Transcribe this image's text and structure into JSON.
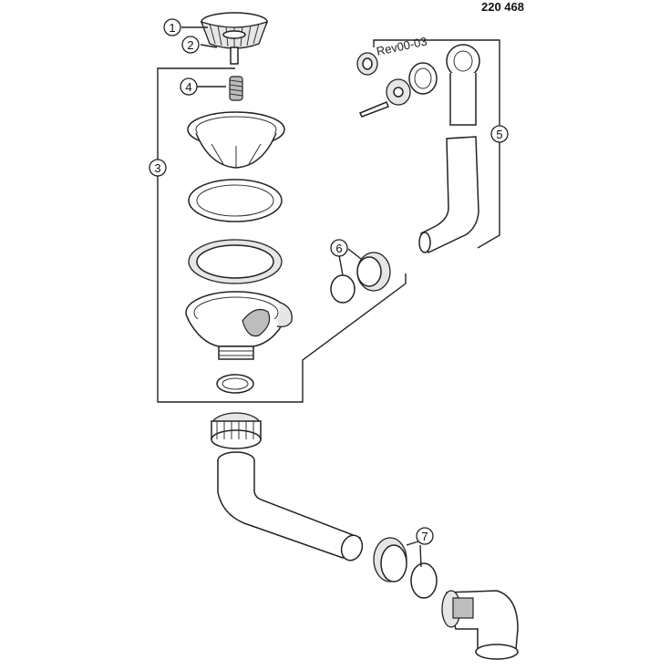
{
  "drawing": {
    "part_number": "220 468",
    "revision": "Rev00-03"
  },
  "callouts": [
    {
      "id": "c1",
      "label": "1"
    },
    {
      "id": "c2",
      "label": "2"
    },
    {
      "id": "c3",
      "label": "3"
    },
    {
      "id": "c4",
      "label": "4"
    },
    {
      "id": "c5",
      "label": "5"
    },
    {
      "id": "c6",
      "label": "6"
    },
    {
      "id": "c7",
      "label": "7"
    }
  ]
}
